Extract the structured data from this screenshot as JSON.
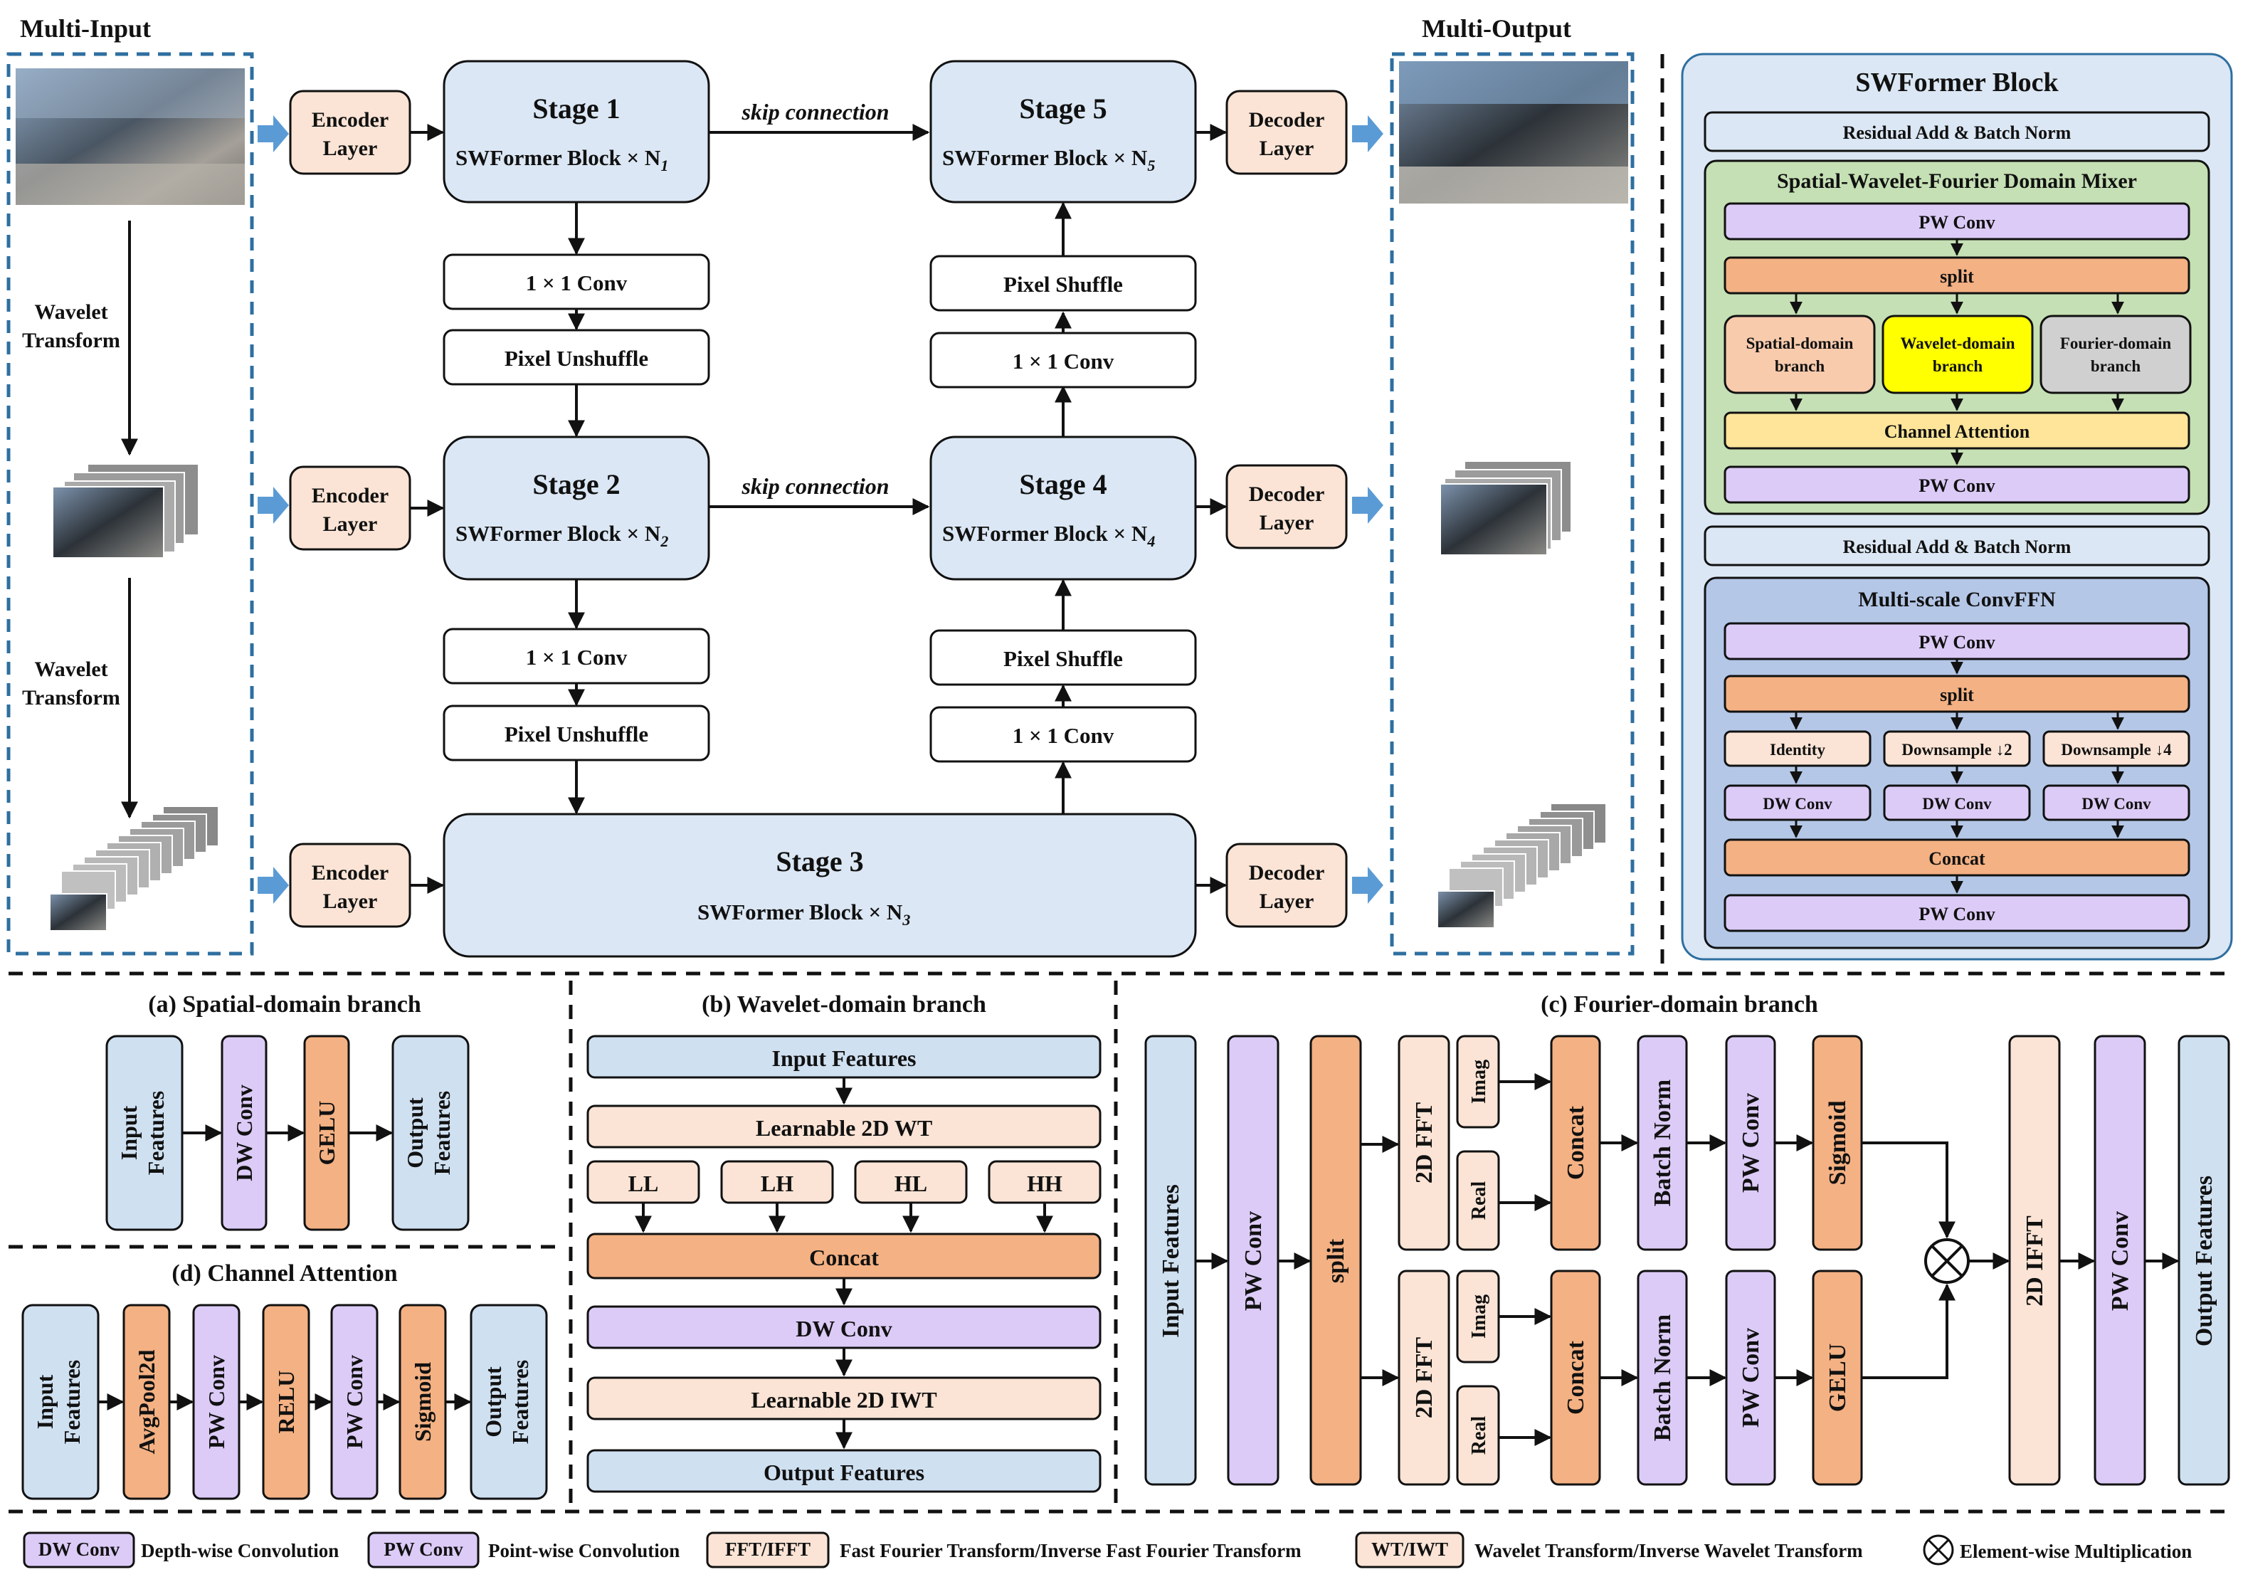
{
  "top": {
    "multi_input": "Multi-Input",
    "multi_output": "Multi-Output",
    "wavelet1": [
      "Wavelet",
      "Transform"
    ],
    "wavelet2": [
      "Wavelet",
      "Transform"
    ],
    "encoder": [
      "Encoder",
      "Layer"
    ],
    "decoder": [
      "Decoder",
      "Layer"
    ],
    "skip": "skip connection",
    "stage1": "Stage 1",
    "stage2": "Stage 2",
    "stage3": "Stage 3",
    "stage4": "Stage 4",
    "stage5": "Stage 5",
    "block1": "SWFormer Block  × N",
    "sub1": "1",
    "sub2": "2",
    "sub3": "3",
    "sub4": "4",
    "sub5": "5",
    "conv": "1 × 1 Conv",
    "unshuffle": "Pixel Unshuffle",
    "shuffle": "Pixel Shuffle"
  },
  "swformer": {
    "title": "SWFormer Block",
    "residual": "Residual Add & Batch Norm",
    "mixer_title": "Spatial-Wavelet-Fourier Domain Mixer",
    "pw_conv": "PW Conv",
    "split": "split",
    "spatial": [
      "Spatial-domain",
      "branch"
    ],
    "wavelet": [
      "Wavelet-domain",
      "branch"
    ],
    "fourier": [
      "Fourier-domain",
      "branch"
    ],
    "channel_attention": "Channel Attention",
    "ffn_title": "Multi-scale ConvFFN",
    "identity": "Identity",
    "down2": "Downsample ↓2",
    "down4": "Downsample ↓4",
    "dw_conv": "DW Conv",
    "concat": "Concat"
  },
  "panel_a": {
    "title": "(a) Spatial-domain branch",
    "input": [
      "Input",
      "Features"
    ],
    "dw_conv": "DW Conv",
    "gelu": "GELU",
    "output": [
      "Output",
      "Features"
    ]
  },
  "panel_b": {
    "title": "(b) Wavelet-domain branch",
    "input": "Input Features",
    "wt": "Learnable 2D WT",
    "ll": "LL",
    "lh": "LH",
    "hl": "HL",
    "hh": "HH",
    "concat": "Concat",
    "dw_conv": "DW Conv",
    "iwt": "Learnable 2D IWT",
    "output": "Output Features"
  },
  "panel_c": {
    "title": "(c) Fourier-domain branch",
    "input": "Input Features",
    "pw_conv": "PW Conv",
    "split": "split",
    "fft": "2D FFT",
    "imag": "Imag",
    "real": "Real",
    "concat": "Concat",
    "batch_norm": "Batch Norm",
    "sigmoid": "Sigmoid",
    "gelu": "GELU",
    "ifft": "2D IFFT",
    "output": "Output Features"
  },
  "panel_d": {
    "title": "(d) Channel Attention",
    "input": [
      "Input",
      "Features"
    ],
    "avgpool": "AvgPool2d",
    "pw_conv": "PW Conv",
    "relu": "RELU",
    "sigmoid": "Sigmoid",
    "output": [
      "Output",
      "Features"
    ]
  },
  "legend": {
    "dw_key": "DW Conv",
    "dw_desc": "Depth-wise Convolution",
    "pw_key": "PW Conv",
    "pw_desc": "Point-wise Convolution",
    "fft_key": "FFT/IFFT",
    "fft_desc": "Fast Fourier Transform/Inverse Fast Fourier Transform",
    "wt_key": "WT/IWT",
    "wt_desc": "Wavelet Transform/Inverse Wavelet Transform",
    "mult_desc": "Element-wise Multiplication"
  },
  "colors": {
    "blue": "#cfe0f1",
    "peach": "#fbe4d5",
    "orange": "#f4b183",
    "purple": "#dccbf7",
    "yellow": "#ffff00",
    "gray": "#d0d0d0",
    "light_yellow": "#ffe599",
    "green": "#c5e0b4",
    "steel": "#b4c7e7"
  }
}
